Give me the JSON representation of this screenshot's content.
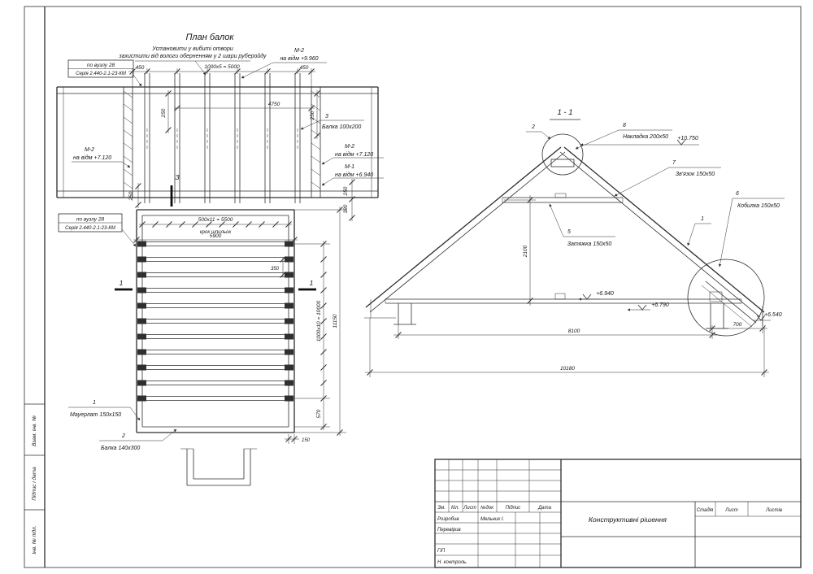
{
  "strip": {
    "vzam": "Взам. інв. №",
    "pidpys": "Підпис і дата",
    "inv": "Інв. № підл."
  },
  "plan": {
    "title": "План балок",
    "note1": "Установити у вибиті отвори",
    "note2": "захистити від вологи оберненням у 2 шари руберойду",
    "node_top_1": "по вузлу 28",
    "node_top_2": "Серія 2.440-2.1-23-КМ",
    "node_left_1": "по вузлу 28",
    "node_left_2": "Серія 2.440-2.1-23-КМ",
    "d450l": "450",
    "d5000": "1000х5 = 5000",
    "d450r": "450",
    "d4750": "4750",
    "d250a": "250",
    "d250b": "250",
    "d250c": "250",
    "d250d": "250",
    "d380": "380",
    "m2top": "М-2",
    "m2top_elev": "на відм +9.960",
    "m2left": "М-2",
    "m2left_elev": "на відм +7.120",
    "m2right": "М-2",
    "m2right_elev": "на відм +7.120",
    "m1": "М-1",
    "m1_elev": "на відм +6.940",
    "c3": "3",
    "beam100": "Балка 100х200",
    "sec3": "З",
    "d500x11": "500х11 = 5500",
    "krok": "крок шпильок",
    "d5900": "5900",
    "d350": "350",
    "d10000": "1000х10 = 10000",
    "d11150": "11150",
    "d570": "570",
    "d150": "150",
    "sec1l": "1",
    "sec1r": "1",
    "c1": "1",
    "mauerlat": "Мауерлат 150х150",
    "c2": "2",
    "beam140": "Балка 140х300"
  },
  "section": {
    "title": "1 - 1",
    "c2": "2",
    "c8": "8",
    "nakladka": "Накладка 200х50",
    "elev10750": "+10.750",
    "c7": "7",
    "zvyazok": "Зв'язок 150х50",
    "c6": "6",
    "kobylka": "Кобилка 150х50",
    "c5": "5",
    "zatyazhka": "Затяжка 150х50",
    "c1": "1",
    "d2100": "2100",
    "elev6940": "+6.940",
    "elev6790": "+6.790",
    "elev6540": "+6.540",
    "d700": "700",
    "d8100": "8100",
    "d10180": "10180"
  },
  "titleblock": {
    "zm": "Зм.",
    "kil": "Кіл.",
    "list": "Лист",
    "ndok": "№док",
    "pidpys": "Підпис",
    "data": "Дата",
    "rozrobyv": "Розробив",
    "rozrobyv_name": "Мельник І.",
    "pereviryv": "Перевірив",
    "gip": "ГІП",
    "nkontrol": "Н. контроль.",
    "doc_title": "Конструктивні рішення",
    "stadiya": "Стадія",
    "list2": "Лист",
    "lystiv": "Листів"
  }
}
